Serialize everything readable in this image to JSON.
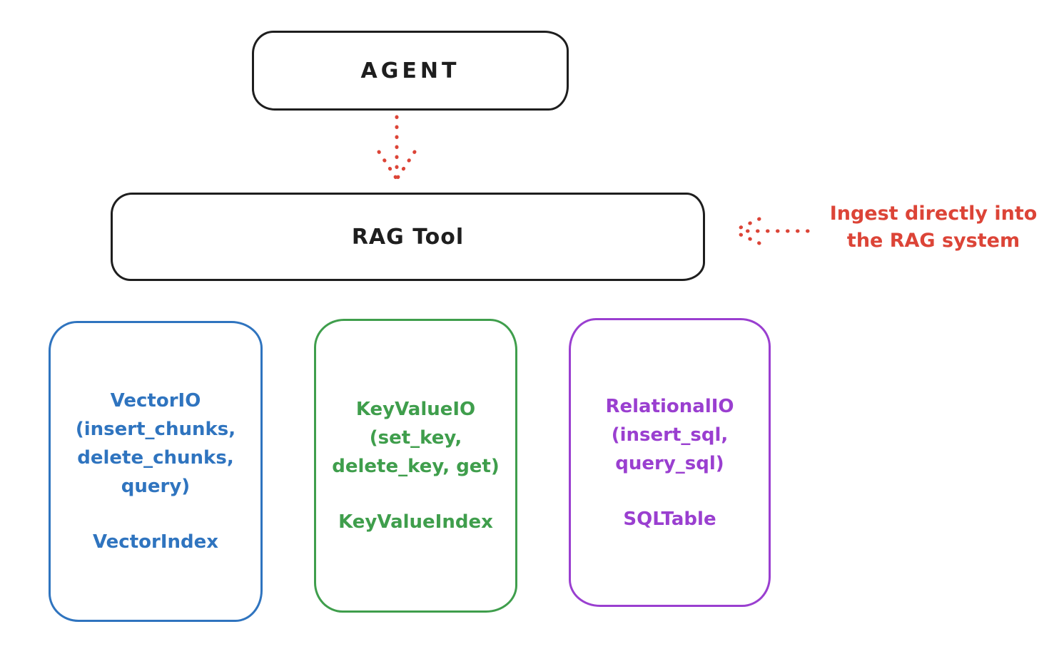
{
  "colors": {
    "ink": "#1e1e1e",
    "red": "#dc4437",
    "blue": "#2f74bf",
    "green": "#3f9e4c",
    "purple": "#9a3fd0",
    "background": "#ffffff"
  },
  "nodes": {
    "agent": {
      "label": "AGENT"
    },
    "rag_tool": {
      "label": "RAG Tool"
    }
  },
  "annotation": {
    "lines": [
      "Ingest directly into",
      "the RAG system"
    ],
    "color": "#dc4437"
  },
  "storage_boxes": [
    {
      "id": "vector-io",
      "color": "#2f74bf",
      "lines": [
        "VectorIO",
        "(insert_chunks,",
        "delete_chunks,",
        "query)"
      ],
      "footer": "VectorIndex"
    },
    {
      "id": "keyvalue-io",
      "color": "#3f9e4c",
      "lines": [
        "KeyValueIO",
        "(set_key,",
        "delete_key, get)"
      ],
      "footer": "KeyValueIndex"
    },
    {
      "id": "relational-io",
      "color": "#9a3fd0",
      "lines": [
        "RelationalIO",
        "(insert_sql,",
        "query_sql)"
      ],
      "footer": "SQLTable"
    }
  ],
  "arrows": [
    {
      "id": "agent-to-rag",
      "style": "dotted",
      "direction": "down",
      "color": "#dc4437"
    },
    {
      "id": "ingest-into-rag",
      "style": "dotted",
      "direction": "left",
      "color": "#dc4437"
    }
  ]
}
